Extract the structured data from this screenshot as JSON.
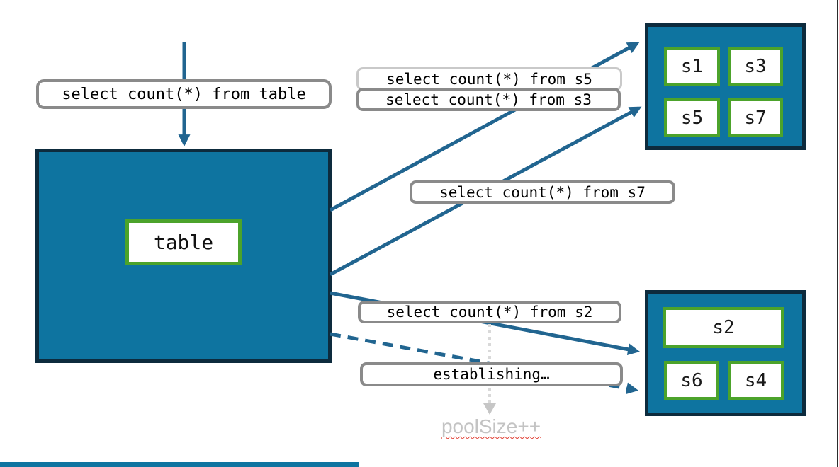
{
  "colors": {
    "teal_fill": "#0e74a0",
    "box_border": "#0d2b3d",
    "green_border": "#4ca32b",
    "arrow_blue": "#216590",
    "label_border": "#8a8a8a",
    "label_border_light": "#c9c9c9",
    "dotted_gray": "#d9d9d9",
    "dotted_head": "#c6c6c6",
    "muted_gray": "#c3c3c3",
    "squiggle_red": "#e03c31"
  },
  "client_query": {
    "text": "select count(*) from table"
  },
  "table_box": {
    "label": "table"
  },
  "fanout_labels": {
    "s5": "select count(*) from s5",
    "s3": "select count(*) from s3",
    "s7": "select count(*) from s7",
    "s2": "select count(*) from s2",
    "establishing": "establishing…"
  },
  "pools": {
    "top": {
      "shards": [
        {
          "label": "s1"
        },
        {
          "label": "s3"
        },
        {
          "label": "s5"
        },
        {
          "label": "s7"
        }
      ]
    },
    "bottom": {
      "shards": [
        {
          "label": "s2"
        },
        {
          "label": "s6"
        },
        {
          "label": "s4"
        }
      ]
    }
  },
  "annotation": {
    "pool_size": "poolSize++"
  }
}
